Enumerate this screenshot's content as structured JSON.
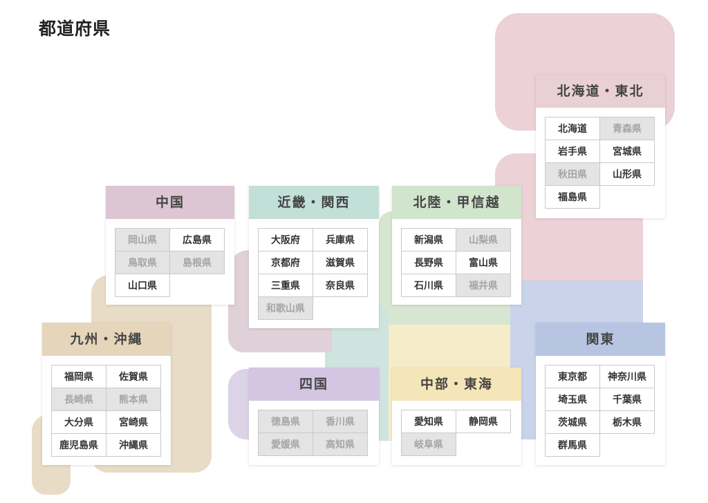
{
  "title": "都道府県",
  "regions": {
    "hokkaido_tohoku": {
      "name": "北海道・東北",
      "color": "#ecd1d6",
      "header_color": "#e8d0d5",
      "prefectures": [
        {
          "name": "北海道",
          "enabled": true
        },
        {
          "name": "青森県",
          "enabled": false
        },
        {
          "name": "岩手県",
          "enabled": true
        },
        {
          "name": "宮城県",
          "enabled": true
        },
        {
          "name": "秋田県",
          "enabled": false
        },
        {
          "name": "山形県",
          "enabled": true
        },
        {
          "name": "福島県",
          "enabled": true
        }
      ]
    },
    "chugoku": {
      "name": "中国",
      "color": "#e0d0d8",
      "header_color": "#dcc6d3",
      "prefectures": [
        {
          "name": "岡山県",
          "enabled": false
        },
        {
          "name": "広島県",
          "enabled": true
        },
        {
          "name": "鳥取県",
          "enabled": false
        },
        {
          "name": "島根県",
          "enabled": false
        },
        {
          "name": "山口県",
          "enabled": true
        }
      ]
    },
    "kinki": {
      "name": "近畿・関西",
      "color": "#cfe3df",
      "header_color": "#c2dfd8",
      "prefectures": [
        {
          "name": "大阪府",
          "enabled": true
        },
        {
          "name": "兵庫県",
          "enabled": true
        },
        {
          "name": "京都府",
          "enabled": true
        },
        {
          "name": "滋賀県",
          "enabled": true
        },
        {
          "name": "三重県",
          "enabled": true
        },
        {
          "name": "奈良県",
          "enabled": true
        },
        {
          "name": "和歌山県",
          "enabled": false
        }
      ]
    },
    "hokuriku": {
      "name": "北陸・甲信越",
      "color": "#d7e6d1",
      "header_color": "#d1e4cc",
      "prefectures": [
        {
          "name": "新潟県",
          "enabled": true
        },
        {
          "name": "山梨県",
          "enabled": false
        },
        {
          "name": "長野県",
          "enabled": true
        },
        {
          "name": "富山県",
          "enabled": true
        },
        {
          "name": "石川県",
          "enabled": true
        },
        {
          "name": "福井県",
          "enabled": false
        }
      ]
    },
    "kyushu": {
      "name": "九州・沖縄",
      "color": "#e8dcc7",
      "header_color": "#e4d5bb",
      "prefectures": [
        {
          "name": "福岡県",
          "enabled": true
        },
        {
          "name": "佐賀県",
          "enabled": true
        },
        {
          "name": "長崎県",
          "enabled": false
        },
        {
          "name": "熊本県",
          "enabled": false
        },
        {
          "name": "大分県",
          "enabled": true
        },
        {
          "name": "宮崎県",
          "enabled": true
        },
        {
          "name": "鹿児島県",
          "enabled": true
        },
        {
          "name": "沖縄県",
          "enabled": true
        }
      ]
    },
    "shikoku": {
      "name": "四国",
      "color": "#dcd3e6",
      "header_color": "#d4c6e3",
      "prefectures": [
        {
          "name": "徳島県",
          "enabled": false
        },
        {
          "name": "香川県",
          "enabled": false
        },
        {
          "name": "愛媛県",
          "enabled": false
        },
        {
          "name": "高知県",
          "enabled": false
        }
      ]
    },
    "chubu": {
      "name": "中部・東海",
      "color": "#f6ecc9",
      "header_color": "#f4e6b8",
      "prefectures": [
        {
          "name": "愛知県",
          "enabled": true
        },
        {
          "name": "静岡県",
          "enabled": true
        },
        {
          "name": "岐阜県",
          "enabled": false
        }
      ]
    },
    "kanto": {
      "name": "関東",
      "color": "#c9d3ea",
      "header_color": "#b8c5e2",
      "prefectures": [
        {
          "name": "東京都",
          "enabled": true
        },
        {
          "name": "神奈川県",
          "enabled": true
        },
        {
          "name": "埼玉県",
          "enabled": true
        },
        {
          "name": "千葉県",
          "enabled": true
        },
        {
          "name": "茨城県",
          "enabled": true
        },
        {
          "name": "栃木県",
          "enabled": true
        },
        {
          "name": "群馬県",
          "enabled": true
        }
      ]
    }
  }
}
